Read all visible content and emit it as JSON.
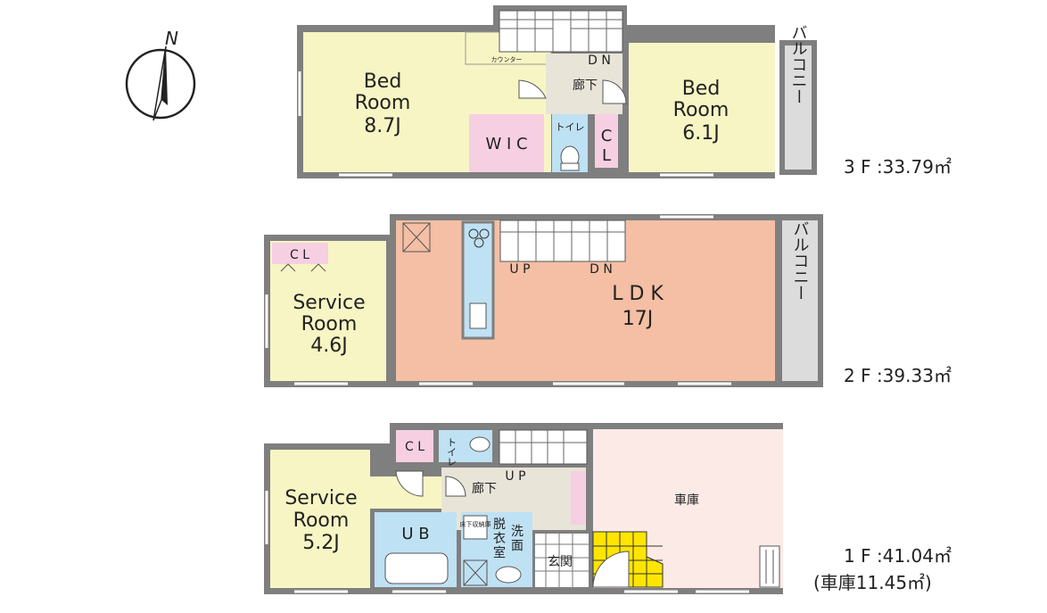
{
  "compass": {
    "north_label": "N"
  },
  "floor3": {
    "bedroom_a": {
      "line1": "Bed",
      "line2": "Room",
      "size": "8.7J"
    },
    "bedroom_b": {
      "line1": "Bed",
      "line2": "Room",
      "size": "6.1J"
    },
    "counter": "カウンター",
    "wic": "W I C",
    "hall": "廊下",
    "toilet": "トイレ",
    "closet": [
      "C",
      "L"
    ],
    "balcony": "バルコニー",
    "stairs_down": "D N",
    "area": "3 F :33.79㎡"
  },
  "floor2": {
    "closet": "C L",
    "service_room": {
      "line1": "Service",
      "line2": "Room",
      "size": "4.6J"
    },
    "ldk": {
      "name": "L D K",
      "size": "17J"
    },
    "stairs_up": "U P",
    "stairs_down": "D N",
    "balcony": "バルコニー",
    "area": "2 F :39.33㎡"
  },
  "floor1": {
    "closet": "C L",
    "toilet": "トイレ",
    "service_room": {
      "line1": "Service",
      "line2": "Room",
      "size": "5.2J"
    },
    "hall": "廊下",
    "stairs_up": "U P",
    "bath": "U B",
    "floor_storage": "床下収納庫",
    "washroom": [
      "脱",
      "衣",
      "室"
    ],
    "vanity": [
      "洗",
      "面"
    ],
    "entrance": "玄関",
    "garage": "車庫",
    "area": "1 F :41.04㎡",
    "garage_area": "(車庫11.45㎡)"
  },
  "colors": {
    "bedroom": "#f7f5c4",
    "ldk": "#f4bfa4",
    "pink": "#f6cfe2",
    "blue": "#bfe1f4",
    "wall": "#7f7f7f",
    "balcony": "#dcdcdc",
    "garage": "#fbeae6",
    "hall": "#e8e4d8",
    "entrance_tile": "#ffe500"
  }
}
